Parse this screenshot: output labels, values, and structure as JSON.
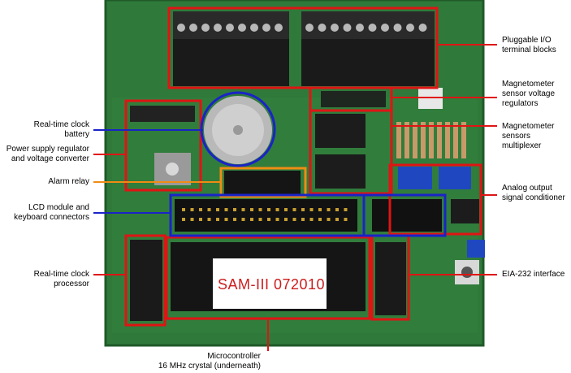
{
  "labels": {
    "io": [
      "Pluggable I/O",
      "terminal blocks"
    ],
    "mag_reg": [
      "Magnetometer",
      "sensor voltage",
      "regulators"
    ],
    "mag_mux": [
      "Magnetometer",
      "sensors",
      "multiplexer"
    ],
    "analog": [
      "Analog output",
      "signal conditioner"
    ],
    "eia": [
      "EIA-232 interface"
    ],
    "rtc_batt": [
      "Real-time clock",
      "battery"
    ],
    "psu": [
      "Power supply regulator",
      "and voltage converter"
    ],
    "alarm": [
      "Alarm relay"
    ],
    "lcd": [
      "LCD module and",
      "keyboard connectors"
    ],
    "rtc_proc": [
      "Real-time clock",
      "processor"
    ],
    "mcu": [
      "Microcontroller",
      "16 MHz crystal (underneath)"
    ]
  },
  "chip_text": "SAM-III 072010",
  "colors": {
    "red": "#e01414",
    "blue": "#1a23c8",
    "orange": "#f08c14",
    "pcb": "#2f7a3a",
    "pcb_dark": "#1f5a28"
  }
}
